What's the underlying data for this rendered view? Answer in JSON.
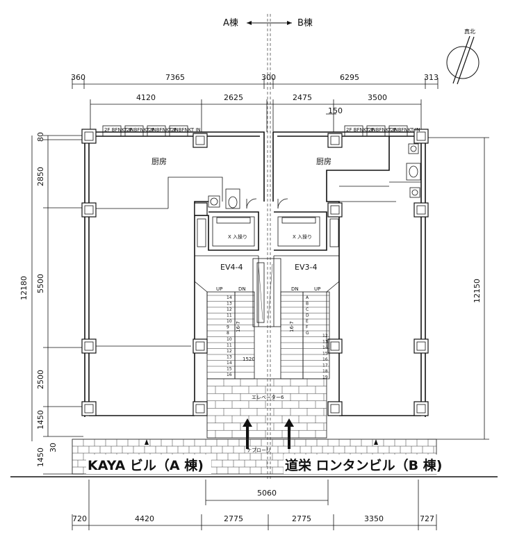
{
  "header": {
    "building_a_short": "A棟",
    "building_b_short": "B棟"
  },
  "compass": {
    "label": "真北"
  },
  "dims_top": {
    "row1": [
      "360",
      "7365",
      "300",
      "6295",
      "313"
    ],
    "row2": [
      "4120",
      "2625",
      "2475",
      "3500"
    ],
    "extra": "150"
  },
  "dims_left": [
    "80",
    "2850",
    "5500",
    "12180",
    "2500",
    "1450",
    "1450",
    "30"
  ],
  "dims_right": [
    "12150"
  ],
  "dims_bottom": {
    "row1": [
      "5060"
    ],
    "row2": [
      "720",
      "4420",
      "2775",
      "2775",
      "3350",
      "727"
    ]
  },
  "rooms": {
    "kitchen_a": "厨房",
    "kitchen_b": "厨房",
    "ev_a": "EV4-4",
    "ev_b": "EV3-4",
    "entry_a": "X 入操り",
    "entry_b": "X 入操り",
    "elevator": "エレベーター6",
    "approach": "ナプローリ",
    "center_dim": "1520",
    "stair_a_label": "16-7",
    "stair_b_label": "16-7",
    "up": "UP",
    "dn": "DN"
  },
  "mailboxes_a": [
    "2F\nBFNKT IN",
    "2F\nBFNKT IN",
    "2F\nBFNKT IN",
    "2F\nBFNKT IN"
  ],
  "mailboxes_b": [
    "2F\nBFNKT IN",
    "2F\nBFNKT IN",
    "2F\nBFNKT IN"
  ],
  "building_names": {
    "a": "KAYA ビル（A 棟)",
    "b": "道栄 ロンタンビル（B 棟)"
  },
  "stairs": {
    "a_left_steps": [
      "14",
      "13",
      "12",
      "11",
      "10",
      "9",
      "8"
    ],
    "a_center_steps": [
      "10",
      "11",
      "12",
      "13",
      "14",
      "15",
      "16"
    ],
    "b_left_steps": [
      "A",
      "B",
      "C",
      "D",
      "E",
      "F",
      "G"
    ],
    "b_right_steps": [
      "12",
      "13",
      "14",
      "15",
      "16",
      "17",
      "18",
      "19"
    ]
  }
}
